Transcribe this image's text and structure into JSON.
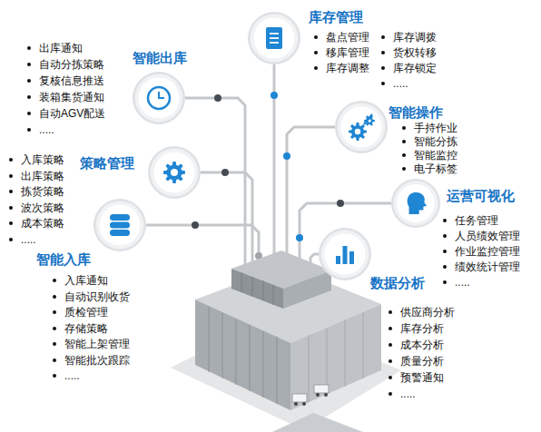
{
  "diagram": {
    "nodes": [
      {
        "text": [
          "库存管理",
          "盘点管理",
          "移库管理",
          "库存调整",
          "库存调拨",
          "货权转移",
          "库存锁定",
          "....."
        ]
      },
      {
        "text": [
          "智能出库",
          "出库通知",
          "自动分拣策略",
          "复核信息推送",
          "装箱集货通知",
          "自动AGV配送",
          "....."
        ]
      },
      {
        "text": [
          "智能操作",
          "手持作业",
          "智能分拣",
          "智能监控",
          "电子标签"
        ]
      },
      {
        "text": [
          "策略管理",
          "入库策略",
          "出库策略",
          "拣货策略",
          "波次策略",
          "成本策略",
          "....."
        ]
      },
      {
        "text": [
          "运营可视化",
          "任务管理",
          "人员绩效管理",
          "作业监控管理",
          "绩效统计管理",
          "....."
        ]
      },
      {
        "text": [
          "智能入库",
          "入库通知",
          "自动识别收货",
          "质检管理",
          "存储策略",
          "智能上架管理",
          "智能批次跟踪",
          "....."
        ]
      },
      {
        "text": [
          "数据分析",
          "供应商分析",
          "库存分析",
          "成本分析",
          "质量分析",
          "预警通知",
          "....."
        ]
      }
    ]
  }
}
